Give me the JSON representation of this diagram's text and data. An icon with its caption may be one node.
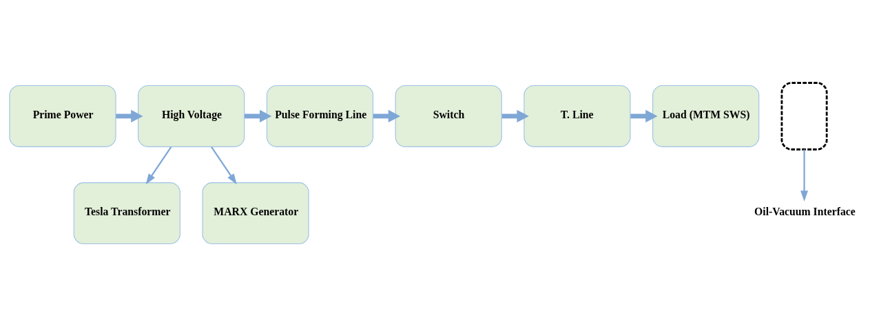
{
  "diagram": {
    "nodes": [
      {
        "text": [
          "Prime Power"
        ]
      },
      {
        "text": [
          "High Voltage"
        ]
      },
      {
        "text": [
          "Pulse Forming Line"
        ]
      },
      {
        "text": [
          "Switch"
        ]
      },
      {
        "text": [
          "T. Line"
        ]
      },
      {
        "text": [
          "Load (MTM SWS)"
        ]
      },
      {
        "text": [
          "Tesla Transformer"
        ]
      },
      {
        "text": [
          "MARX Generator"
        ]
      },
      {
        "text": [],
        "shape": "box"
      },
      {
        "text": [
          "Oil-Vacuum Interface"
        ]
      }
    ],
    "edges": [
      {
        "from": 0,
        "to": 1,
        "arrow": "to"
      },
      {
        "from": 1,
        "to": 2,
        "arrow": "to"
      },
      {
        "from": 2,
        "to": 3,
        "arrow": "to"
      },
      {
        "from": 3,
        "to": 4,
        "arrow": "to"
      },
      {
        "from": 4,
        "to": 5,
        "arrow": "to"
      },
      {
        "from": 1,
        "to": 6,
        "arrow": "to"
      },
      {
        "from": 1,
        "to": 7,
        "arrow": "to"
      },
      {
        "from": 8,
        "to": 9,
        "arrow": "to"
      }
    ]
  }
}
